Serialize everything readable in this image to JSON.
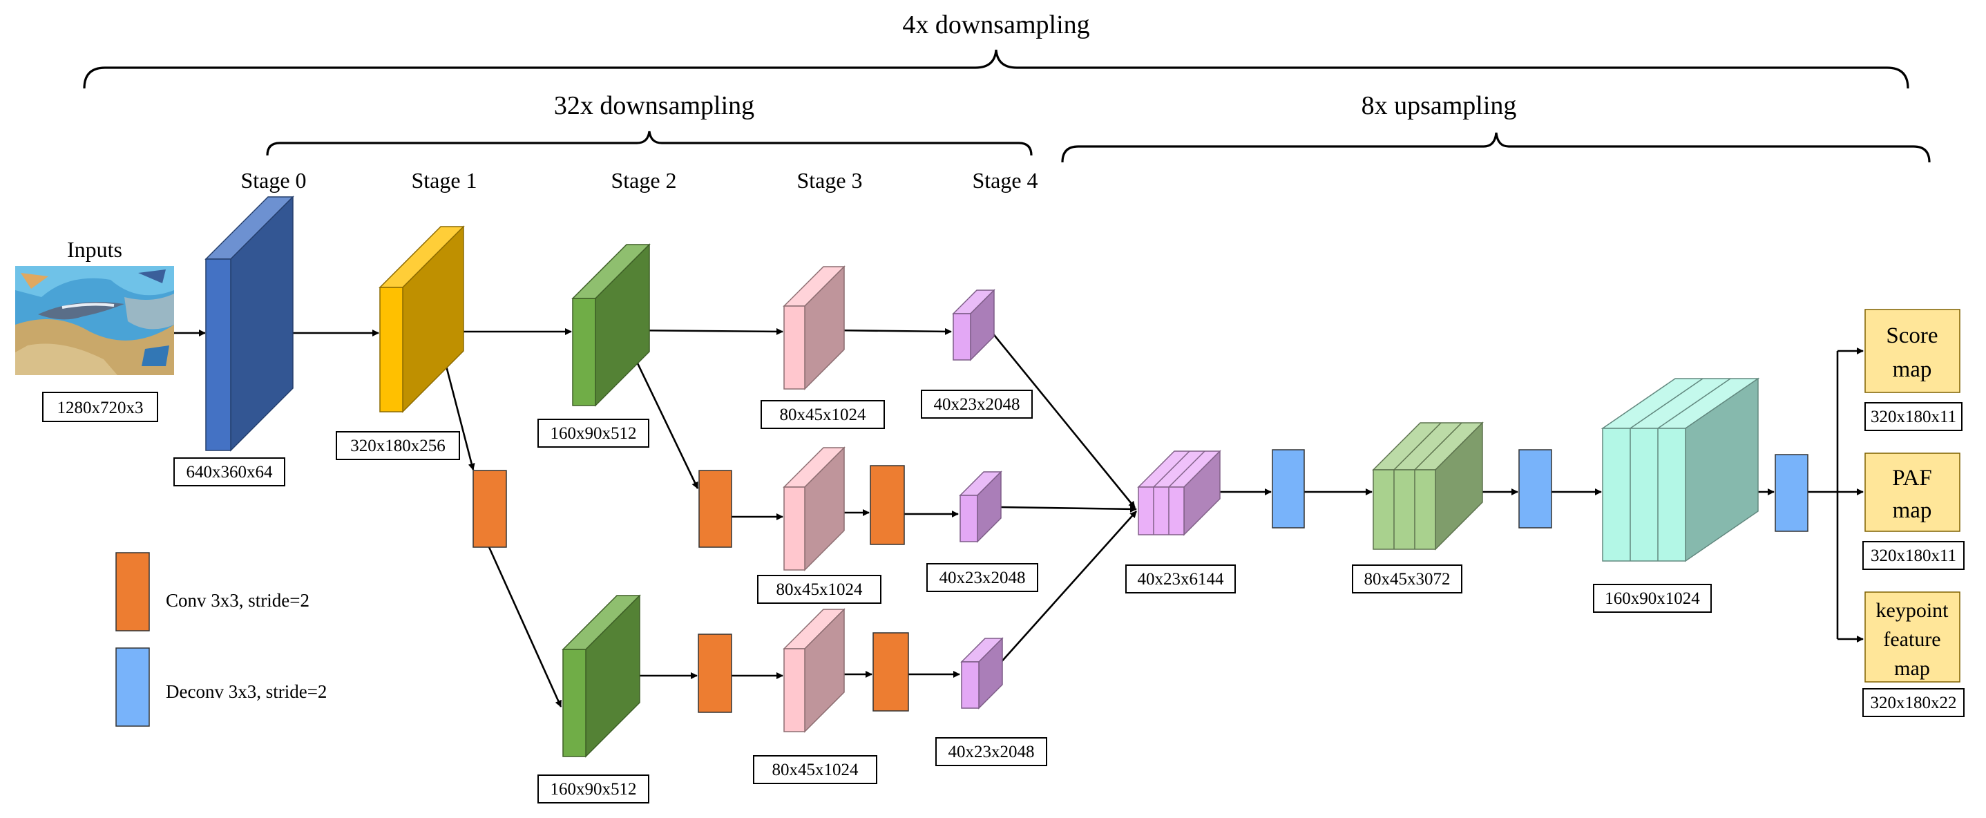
{
  "headers": {
    "overall": "4x downsampling",
    "downsampling": "32x downsampling",
    "upsampling": "8x upsampling"
  },
  "stages": [
    "Stage 0",
    "Stage 1",
    "Stage 2",
    "Stage 3",
    "Stage 4"
  ],
  "input": {
    "label": "Inputs",
    "dims": "1280x720x3"
  },
  "dims": {
    "stage0": "640x360x64",
    "stage1": "320x180x256",
    "stage2_top": "160x90x512",
    "stage2_bottom": "160x90x512",
    "stage3_top": "80x45x1024",
    "stage3_mid": "80x45x1024",
    "stage3_bottom": "80x45x1024",
    "stage4_top": "40x23x2048",
    "stage4_mid": "40x23x2048",
    "stage4_bottom": "40x23x2048",
    "concat": "40x23x6144",
    "up1": "80x45x3072",
    "up2": "160x90x1024"
  },
  "outputs": [
    {
      "lines": [
        "Score",
        "map"
      ],
      "dims": "320x180x11"
    },
    {
      "lines": [
        "PAF",
        "map"
      ],
      "dims": "320x180x11"
    },
    {
      "lines": [
        "keypoint",
        "feature",
        "map"
      ],
      "dims": "320x180x22"
    }
  ],
  "legend": {
    "conv": "Conv 3x3, stride=2",
    "deconv": "Deconv 3x3, stride=2"
  },
  "colors": {
    "stage0": "#4472c4",
    "stage1": "#ffc000",
    "stage2": "#70ad47",
    "stage3": "#ffc7ce",
    "stage4": "#e3a8f5",
    "conv": "#ed7d31",
    "deconv": "#78b3fa",
    "concat": "#eab0f8",
    "up1": "#a9d18e",
    "up2": "#b3f7e6",
    "output": "#ffe699"
  }
}
